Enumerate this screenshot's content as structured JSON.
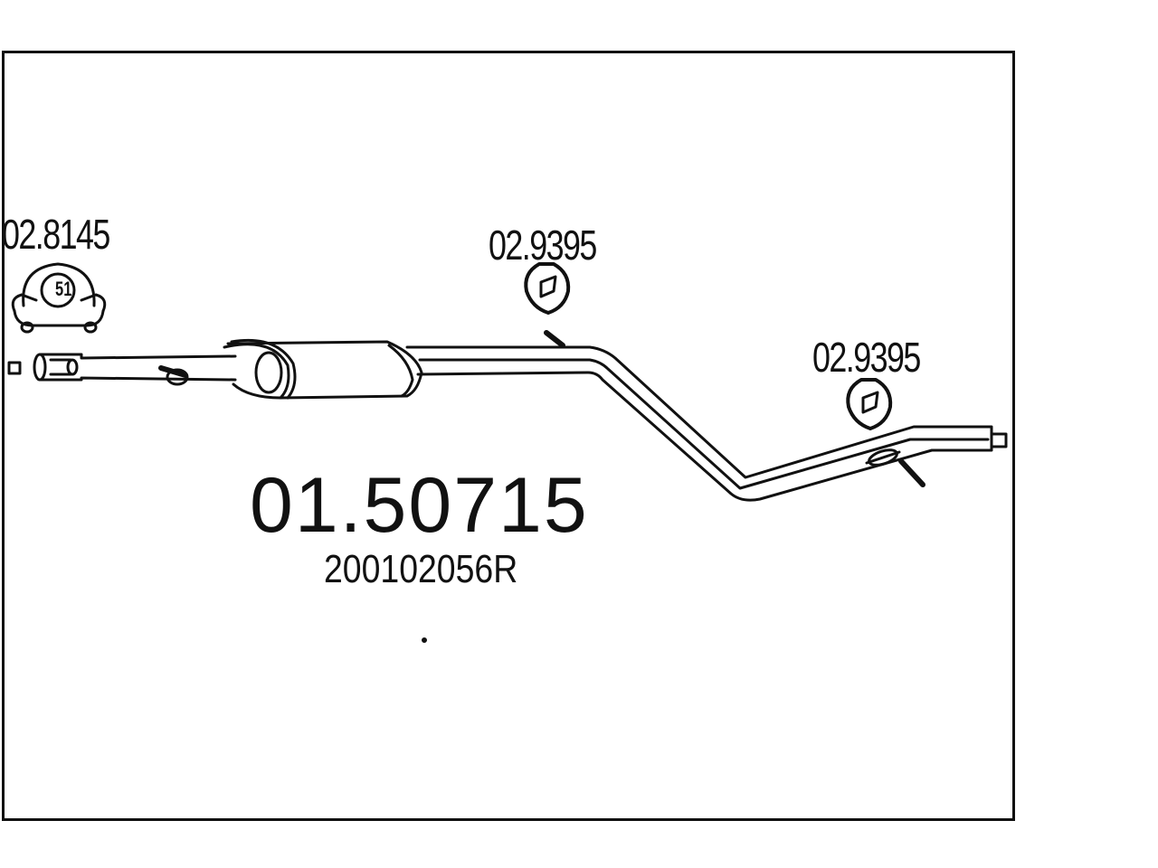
{
  "diagram": {
    "part_number": "01.50715",
    "oe_number": "200102056R",
    "accessories": [
      {
        "code": "02.8145",
        "type": "clamp",
        "badge": "51"
      },
      {
        "code": "02.9395",
        "type": "rubber-mount"
      },
      {
        "code": "02.9395",
        "type": "rubber-mount"
      }
    ],
    "colors": {
      "line": "#111111",
      "background": "#ffffff"
    }
  }
}
